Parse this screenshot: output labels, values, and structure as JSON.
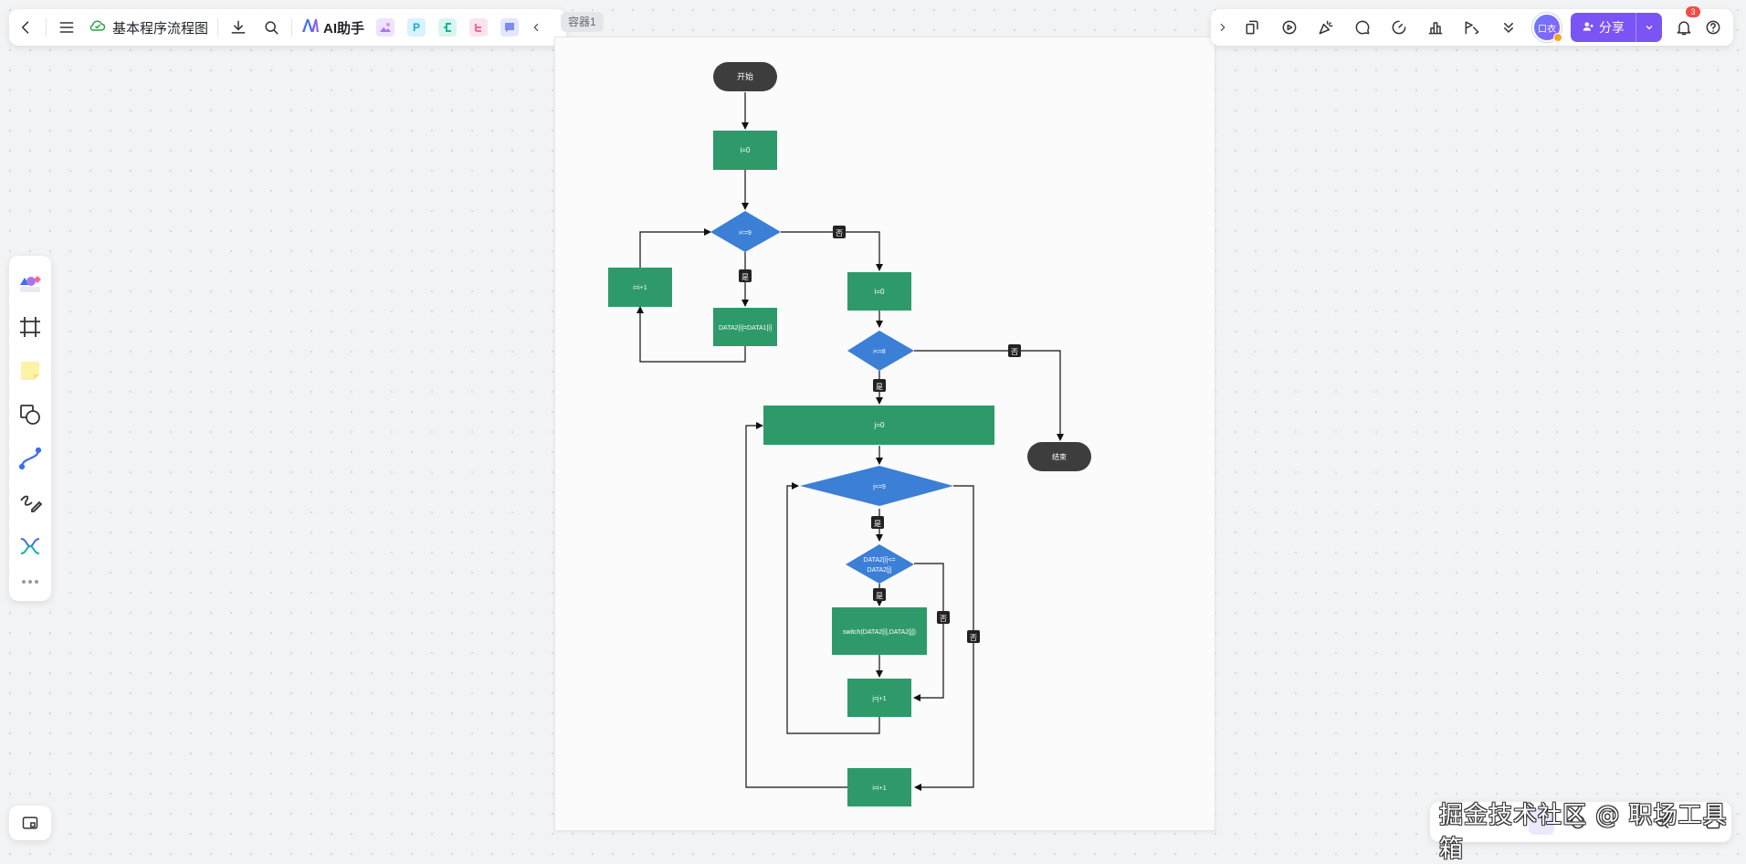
{
  "toolbar_left": {
    "doc_title": "基本程序流程图",
    "ai_label": "AI助手",
    "mini_p": "P"
  },
  "frame_tag": "容器1",
  "toolbar_right": {
    "avatar_text": "口衣",
    "share_label": "分享",
    "notification_count": "3"
  },
  "flowchart": {
    "start": "开始",
    "i_init": "i=0",
    "cond1": "i<=9",
    "inc1": "i=i+1",
    "copy": "DATA2[i]=DATA1[i]",
    "i_reset": "i=0",
    "cond2": "i<=8",
    "end": "结束",
    "j_init": "j=0",
    "cond3": "j<=9",
    "cond4_line1": "DATA2[i]<=",
    "cond4_line2": "DATA2[j]",
    "switch": "switch(DATA2[i],DATA2[j])",
    "inc_j": "j=j+1",
    "inc2": "i=i+1",
    "yes": "是",
    "no": "否"
  },
  "colors": {
    "process": "#2e9a6a",
    "decision": "#3b7fd6",
    "terminal": "#3d3d3d",
    "accent": "#7b54f5"
  },
  "watermark": "掘金技术社区 @ 职场工具箱"
}
